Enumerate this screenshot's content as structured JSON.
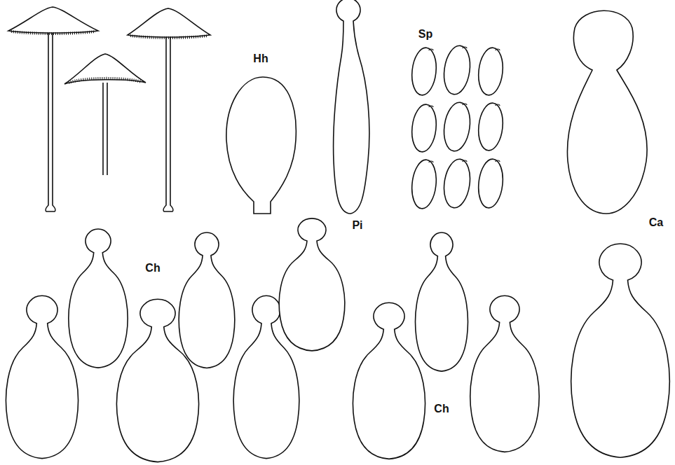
{
  "diagram": {
    "labels": [
      "Hh",
      "Sp",
      "Pi",
      "Ca",
      "Ch",
      "Ch"
    ]
  }
}
